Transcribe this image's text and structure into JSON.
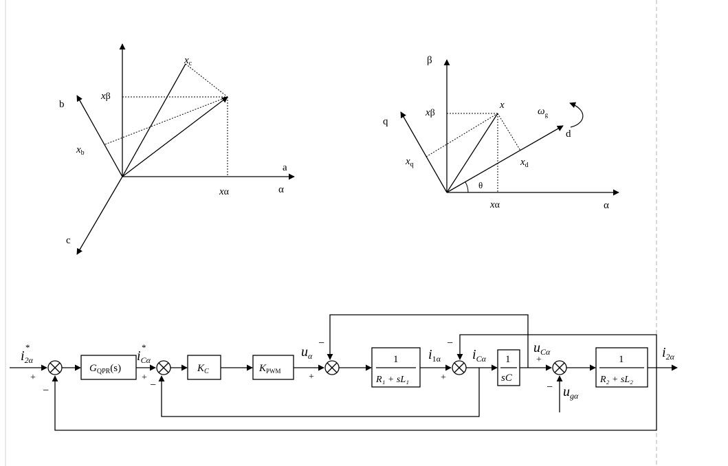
{
  "abc_diagram": {
    "axis_a": "a",
    "axis_alpha": "α",
    "axis_b": "b",
    "axis_c": "c",
    "x_c": "x",
    "x_c_sub": "c",
    "x_beta": "x",
    "x_beta_sub": "β",
    "x_b": "x",
    "x_b_sub": "b",
    "x_alpha": "x",
    "x_alpha_sub": "α"
  },
  "dq_diagram": {
    "axis_beta": "β",
    "axis_alpha": "α",
    "axis_q": "q",
    "axis_d": "d",
    "vec_x": "x",
    "x_beta": "x",
    "x_beta_sub": "β",
    "x_q": "x",
    "x_q_sub": "q",
    "x_d": "x",
    "x_d_sub": "d",
    "x_alpha": "x",
    "x_alpha_sub": "α",
    "omega": "ω",
    "omega_sub": "g",
    "theta": "θ"
  },
  "block_diagram": {
    "input_label": "i",
    "input_sub": "2α",
    "input_sup": "*",
    "sign_sum1_plus": "+",
    "sign_sum1_minus": "−",
    "gqpr_main": "G",
    "gqpr_sub": "QPR",
    "gqpr_arg": "(s)",
    "ic_ref": "i",
    "ic_ref_sub": "Cα",
    "ic_ref_sup": "*",
    "sign_sum2_plus": "+",
    "sign_sum2_minus": "−",
    "kc_main": "K",
    "kc_sub": "C",
    "kpwm_main": "K",
    "kpwm_sub": "PWM",
    "u_alpha": "u",
    "u_alpha_sub": "α",
    "sign_sum3_plus": "+",
    "sign_sum3_minus": "−",
    "tf1_num": "1",
    "tf1_den": "R₁ + sL₁",
    "i1_alpha": "i",
    "i1_alpha_sub": "1α",
    "sign_sum4_plus": "+",
    "sign_sum4_minus": "−",
    "ic_alpha": "i",
    "ic_alpha_sub": "Cα",
    "tf2_num": "1",
    "tf2_den": "sC",
    "uc_alpha": "u",
    "uc_alpha_sub": "Cα",
    "sign_sum5_plus": "+",
    "sign_sum5_minus": "−",
    "ug_alpha": "u",
    "ug_alpha_sub": "gα",
    "tf3_num": "1",
    "tf3_den": "R₂ + sL₂",
    "output_label": "i",
    "output_sub": "2α"
  }
}
